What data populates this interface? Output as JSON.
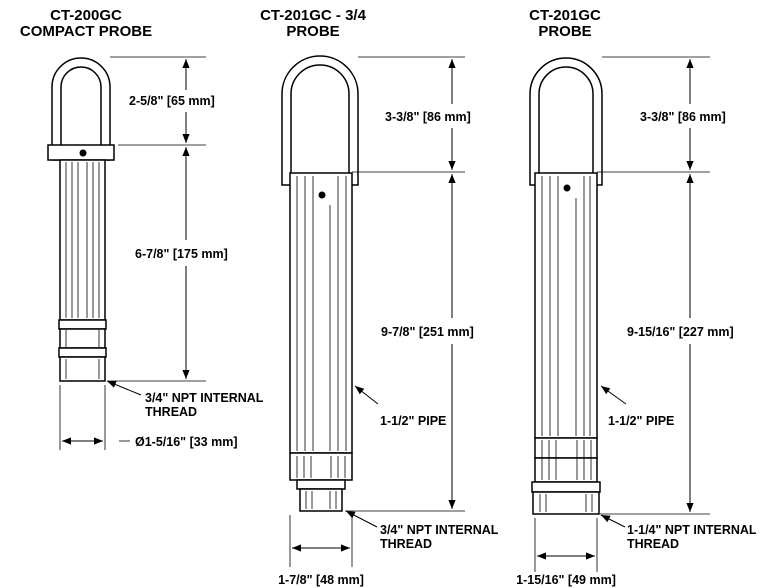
{
  "probes": [
    {
      "title_line1": "CT-200GC",
      "title_line2": "COMPACT PROBE",
      "dim_top": "2-5/8\" [65 mm]",
      "dim_body": "6-7/8\" [175 mm]",
      "thread_line1": "3/4\" NPT INTERNAL",
      "thread_line2": "THREAD",
      "diameter": "Ø1-5/16\" [33 mm]"
    },
    {
      "title_line1": "CT-201GC - 3/4",
      "title_line2": "PROBE",
      "dim_top": "3-3/8\" [86 mm]",
      "dim_body": "9-7/8\" [251 mm]",
      "pipe": "1-1/2\" PIPE",
      "thread_line1": "3/4\" NPT INTERNAL",
      "thread_line2": "THREAD",
      "diameter": "1-7/8\" [48 mm]"
    },
    {
      "title_line1": "CT-201GC",
      "title_line2": "PROBE",
      "dim_top": "3-3/8\" [86 mm]",
      "dim_body": "9-15/16\" [227 mm]",
      "pipe": "1-1/2\" PIPE",
      "thread_line1": "1-1/4\" NPT INTERNAL",
      "thread_line2": "THREAD",
      "diameter": "1-15/16\" [49 mm]"
    }
  ]
}
